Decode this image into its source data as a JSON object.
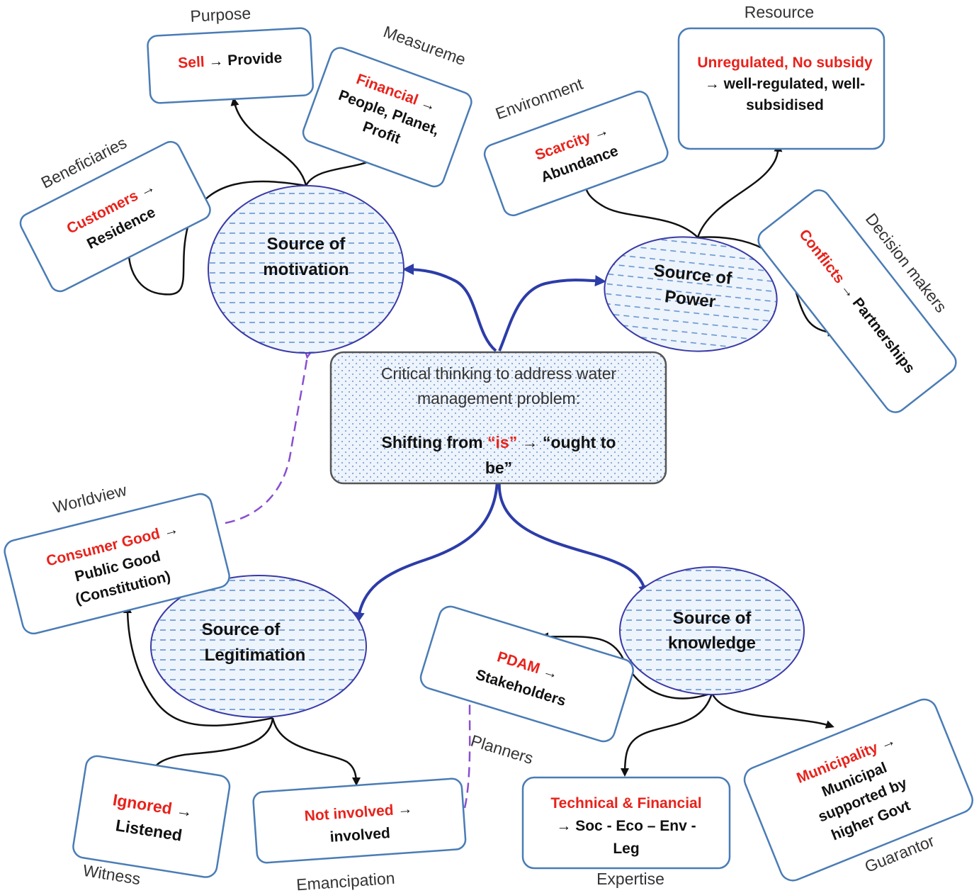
{
  "center": {
    "line1": "Critical thinking to address water",
    "line2": "management problem:",
    "line3_prefix": "Shifting from ",
    "line3_is": "“is”",
    "line3_arrow": " → “ought to",
    "line4": "be”"
  },
  "ovals": {
    "motivation": {
      "line1": "Source of",
      "line2": "motivation"
    },
    "power": {
      "line1": "Source of",
      "line2": "Power"
    },
    "legitimation": {
      "line1": "Source of",
      "line2": "Legitimation"
    },
    "knowledge": {
      "line1": "Source of",
      "line2": "knowledge"
    }
  },
  "nodes": {
    "purpose": {
      "label": "Purpose",
      "red": "Sell",
      "black": " → Provide"
    },
    "measurement": {
      "label": "Measureme",
      "red": "Financial",
      "black1": " →",
      "black2": "People, Planet,",
      "black3": "Profit"
    },
    "beneficiaries": {
      "label": "Beneficiaries",
      "red": "Customers",
      "black1": " →",
      "black2": "Residence"
    },
    "environment": {
      "label": "Environment",
      "red": "Scarcity",
      "black1": " →",
      "black2": "Abundance"
    },
    "resource": {
      "label": "Resource",
      "red": "Unregulated, No subsidy",
      "black1": "→ well-regulated, well-",
      "black2": "subsidised"
    },
    "decision_makers": {
      "label": "Decision makers",
      "red": "Conflicts",
      "black": " → Partnerships"
    },
    "worldview": {
      "label": "Worldview",
      "red": "Consumer Good",
      "black1": " →",
      "black2": "Public Good",
      "black3": "(Constitution)"
    },
    "planners": {
      "label": "Planners",
      "red": "PDAM",
      "black1": " →",
      "black2": "Stakeholders"
    },
    "witness": {
      "label": "Witness",
      "red": "Ignored",
      "black1": " →",
      "black2": "Listened"
    },
    "emancipation": {
      "label": "Emancipation",
      "red": "Not involved",
      "black1": " →",
      "black2": "involved"
    },
    "expertise": {
      "label": "Expertise",
      "red": "Technical & Financial",
      "black1": "→ Soc - Eco – Env -",
      "black2": "Leg"
    },
    "guarantor": {
      "label": "Guarantor",
      "red": "Municipality",
      "black1": " →",
      "black2": "Municipal",
      "black3": "supported by",
      "black4": "higher Govt"
    }
  }
}
